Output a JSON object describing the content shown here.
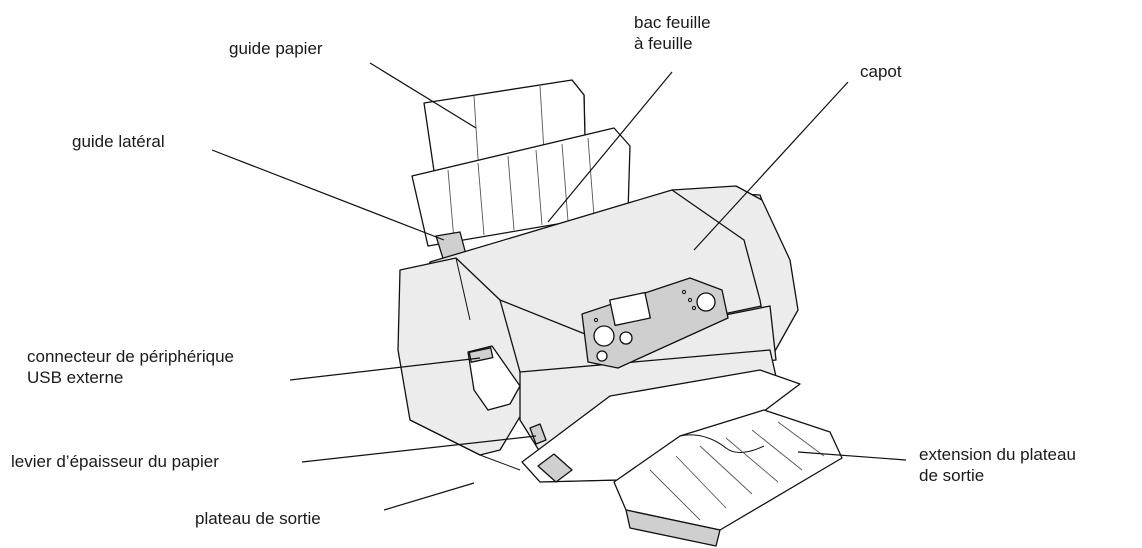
{
  "labels": {
    "guide_papier": "guide papier",
    "bac_line1": "bac feuille",
    "bac_line2": "à feuille",
    "capot": "capot",
    "guide_lateral": "guide latéral",
    "usb_line1": "connecteur de périphérique",
    "usb_line2": "USB externe",
    "levier": "levier d’épaisseur du papier",
    "plateau": "plateau de sortie",
    "extension_line1": "extension du plateau",
    "extension_line2": "de sortie"
  }
}
